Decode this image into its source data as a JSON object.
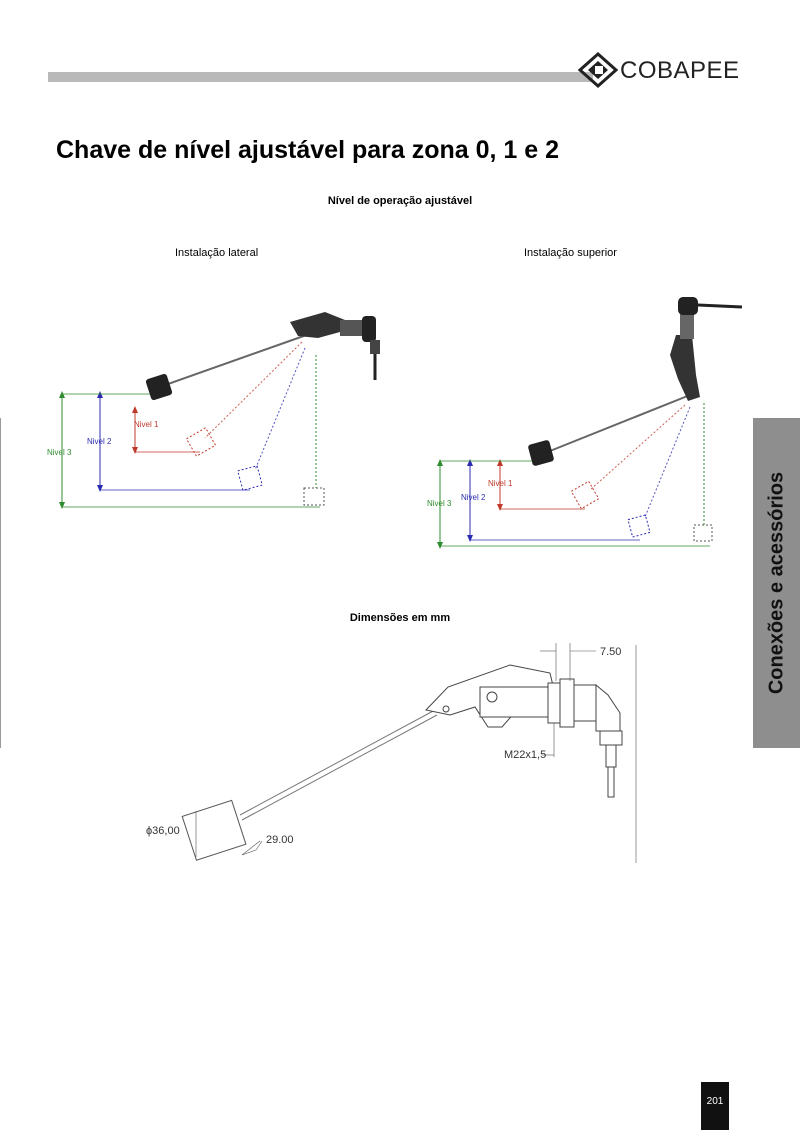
{
  "header": {
    "brand": "COBAPEE"
  },
  "page_title": "Chave de nível ajustável para zona 0, 1 e 2",
  "section_operation": "Nível de operação ajustável",
  "lateral": {
    "caption": "Instalação lateral",
    "level1": "Nivel 1",
    "level2": "Nivel 2",
    "level3": "Nivel 3"
  },
  "superior": {
    "caption": "Instalação superior",
    "level1": "Nivel 1",
    "level2": "Nivel 2",
    "level3": "Nivel 3"
  },
  "section_dimensions": "Dimensões em mm",
  "dimensions": {
    "d1": "7.50",
    "thread": "M22x1,5",
    "diameter": "ϕ36,00",
    "d2": "29.00"
  },
  "side_tab": "Conexões e acessórios",
  "page_number": "201",
  "colors": {
    "level1": "#c0392b",
    "level2": "#2b2bb0",
    "level3": "#2e8b2e",
    "header_bar": "#b9b9b9",
    "side_tab": "#8e8e8e"
  }
}
